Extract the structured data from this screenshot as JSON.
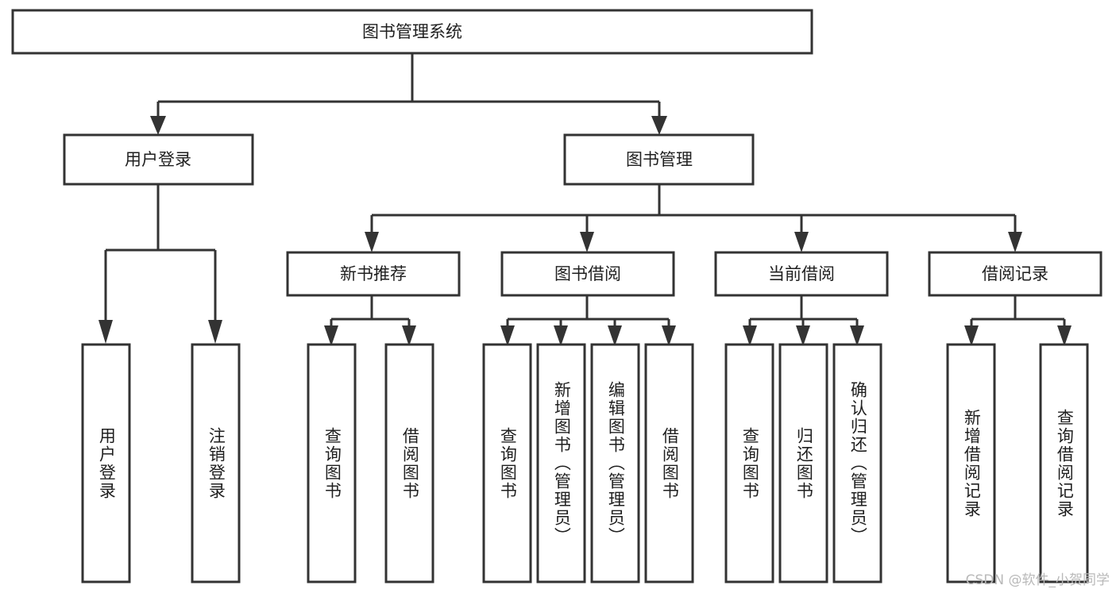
{
  "diagram": {
    "type": "tree-hierarchy",
    "title": "图书管理系统",
    "watermark": "CSDN @软件_小贺同学",
    "colors": {
      "box_stroke": "#333333",
      "box_fill": "#ffffff",
      "text": "#1f1f1f",
      "connector": "#333333",
      "background": "#ffffff",
      "watermark": "#b9b9b9"
    },
    "root": {
      "label": "图书管理系统"
    },
    "level1": [
      {
        "label": "用户登录"
      },
      {
        "label": "图书管理"
      }
    ],
    "level2": [
      {
        "label": "新书推荐",
        "parent": "图书管理"
      },
      {
        "label": "图书借阅",
        "parent": "图书管理"
      },
      {
        "label": "当前借阅",
        "parent": "图书管理"
      },
      {
        "label": "借阅记录",
        "parent": "图书管理"
      }
    ],
    "leaves": {
      "用户登录": [
        {
          "label": "用户登录"
        },
        {
          "label": "注销登录"
        }
      ],
      "新书推荐": [
        {
          "label": "查询图书"
        },
        {
          "label": "借阅图书"
        }
      ],
      "图书借阅": [
        {
          "label": "查询图书"
        },
        {
          "label": "新增图书（管理员）"
        },
        {
          "label": "编辑图书（管理员）"
        },
        {
          "label": "借阅图书"
        }
      ],
      "当前借阅": [
        {
          "label": "查询图书"
        },
        {
          "label": "归还图书"
        },
        {
          "label": "确认归还（管理员）"
        }
      ],
      "借阅记录": [
        {
          "label": "新增借阅记录"
        },
        {
          "label": "查询借阅记录"
        }
      ]
    }
  }
}
